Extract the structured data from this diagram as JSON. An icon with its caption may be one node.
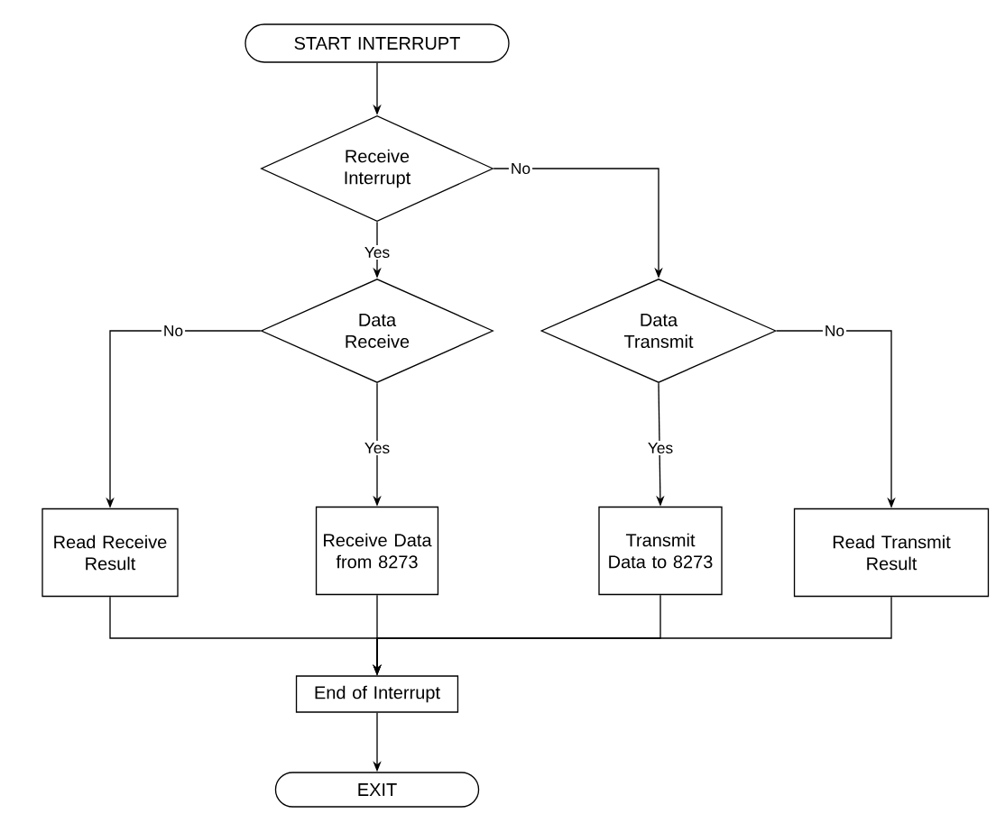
{
  "diagram": {
    "nodes": [
      {
        "text": [
          "START INTERRUPT"
        ]
      },
      {
        "text": [
          "Receive Interrupt"
        ]
      },
      {
        "text": [
          "Data Receive"
        ]
      },
      {
        "text": [
          "Data Transmit"
        ]
      },
      {
        "text": [
          "Read Receive Result"
        ]
      },
      {
        "text": [
          "Receive Data from 8273"
        ]
      },
      {
        "text": [
          "Transmit Data to 8273"
        ]
      },
      {
        "text": [
          "Read Transmit Result"
        ]
      },
      {
        "text": [
          "End of Interrupt"
        ]
      },
      {
        "text": [
          "EXIT"
        ]
      }
    ],
    "edges": [
      {
        "from": 0,
        "to": 1,
        "arrow": "to"
      },
      {
        "from": 1,
        "to": 3,
        "arrow": "to",
        "label": "No"
      },
      {
        "from": 1,
        "to": 2,
        "arrow": "to",
        "label": "Yes"
      },
      {
        "from": 2,
        "to": 4,
        "arrow": "to",
        "label": "No"
      },
      {
        "from": 2,
        "to": 5,
        "arrow": "to",
        "label": "Yes"
      },
      {
        "from": 3,
        "to": 6,
        "arrow": "to",
        "label": "Yes"
      },
      {
        "from": 3,
        "to": 7,
        "arrow": "to",
        "label": "No"
      },
      {
        "from": 4,
        "to": 8,
        "arrow": "to"
      },
      {
        "from": 5,
        "to": 8,
        "arrow": "to"
      },
      {
        "from": 6,
        "to": 8,
        "arrow": "to"
      },
      {
        "from": 7,
        "to": 8,
        "arrow": "to"
      },
      {
        "from": 8,
        "to": 9,
        "arrow": "to"
      }
    ]
  }
}
